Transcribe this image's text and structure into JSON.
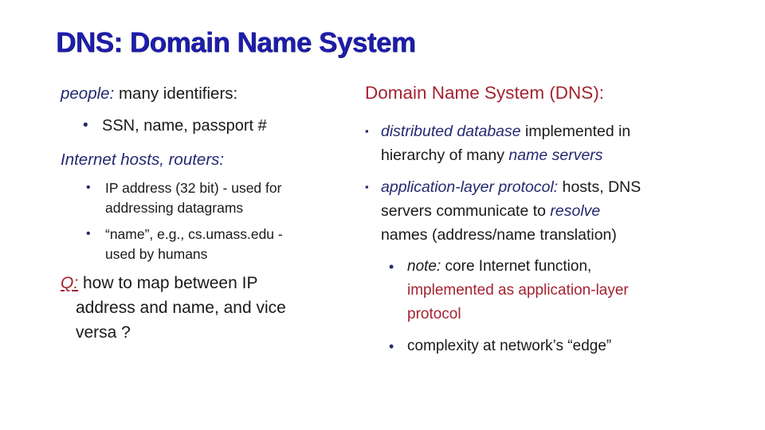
{
  "colors": {
    "title_blue": "#1d1dac",
    "navy_emphasis": "#232a70",
    "accent_red": "#a32431",
    "body_text": "#1a1a1a",
    "background": "#ffffff"
  },
  "icons": {
    "square_bullet": "▪",
    "round_bullet": "•"
  },
  "title": "DNS: Domain Name System",
  "left": {
    "people": {
      "em": "people:",
      "rest": " many identifiers:"
    },
    "ssn_bullet": "SSN, name, passport #",
    "hosts": "Internet hosts, routers:",
    "ip_bullet": {
      "line1": "IP address (32 bit) - used for",
      "line2": "addressing datagrams"
    },
    "name_bullet": {
      "line1": "“name”, e.g., cs.umass.edu -",
      "line2": "used by humans"
    },
    "question": {
      "label": "Q:",
      "line1": " how to map between IP",
      "line2": "address and name, and vice",
      "line3": "versa ?"
    }
  },
  "right": {
    "heading": "Domain Name System (DNS):",
    "distributed": {
      "em1": "distributed database",
      "t1": " implemented in",
      "t2": "hierarchy of many ",
      "em2": "name servers"
    },
    "protocol": {
      "em1": "application-layer protocol:",
      "t1": " hosts, DNS",
      "t2": "servers communicate to ",
      "em2": "resolve",
      "t3": "names (address/name translation)"
    },
    "note": {
      "em": "note:",
      "t1": " core Internet function,",
      "red1": "implemented as application-layer",
      "red2": "protocol"
    },
    "complexity": "complexity at network’s “edge”"
  }
}
